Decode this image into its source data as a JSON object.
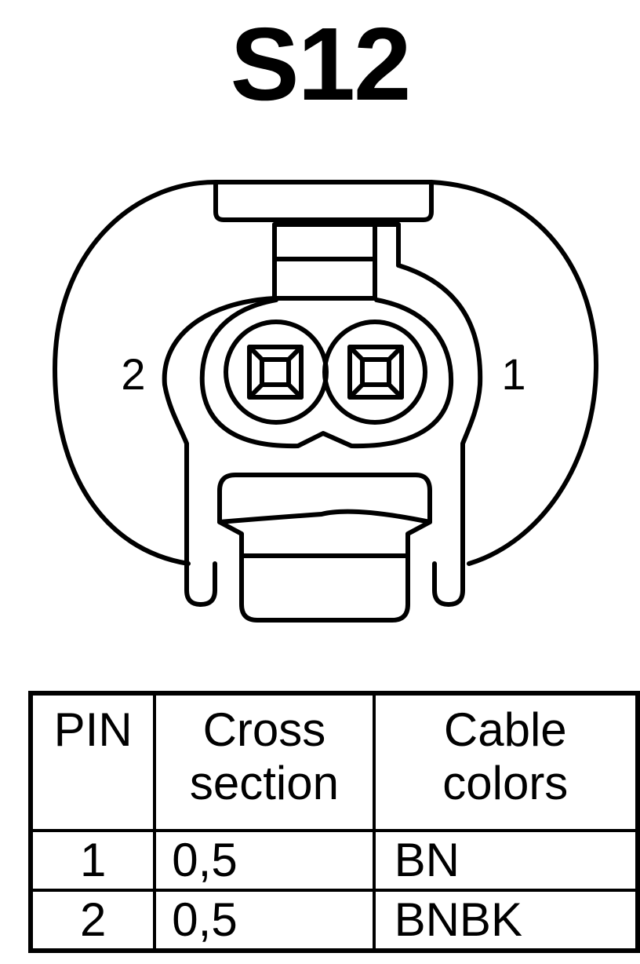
{
  "title": "S12",
  "connector": {
    "pin_labels": {
      "left": "2",
      "right": "1"
    }
  },
  "table": {
    "headers": {
      "pin": "PIN",
      "cross_section_line1": "Cross",
      "cross_section_line2": "section",
      "cable_colors_line1": "Cable",
      "cable_colors_line2": "colors"
    },
    "rows": [
      {
        "pin": "1",
        "cross_section": "0,5",
        "cable_color": "BN"
      },
      {
        "pin": "2",
        "cross_section": "0,5",
        "cable_color": "BNBK"
      }
    ]
  }
}
